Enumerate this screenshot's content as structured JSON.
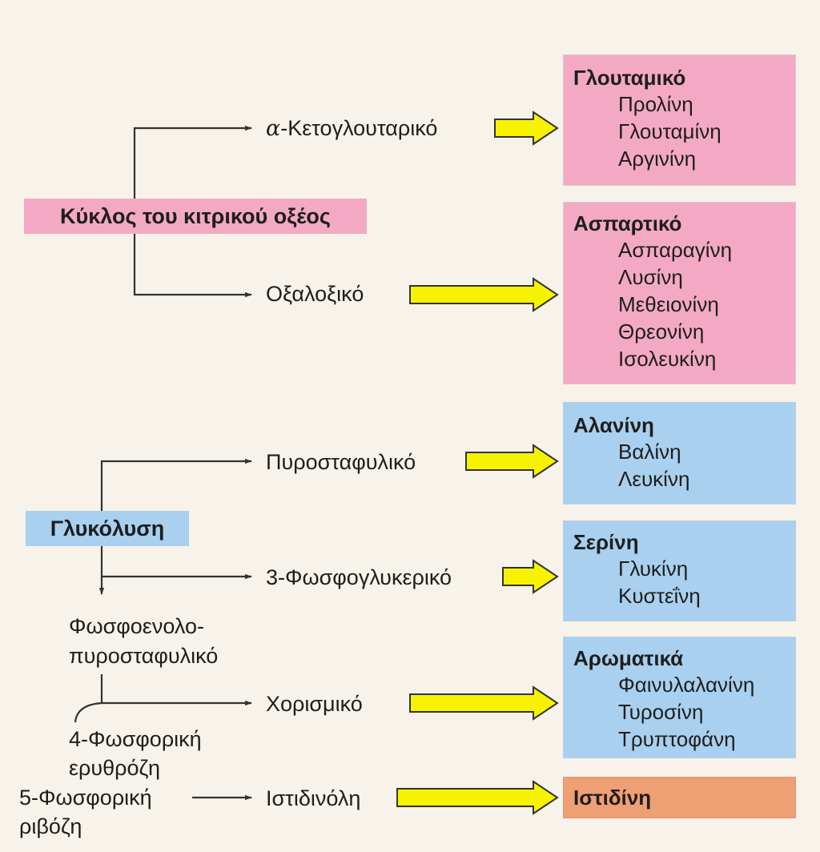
{
  "colors": {
    "pink": "#f3a9c4",
    "blue": "#a9d0ee",
    "orange": "#ef9f74",
    "yellow": "#f7f200",
    "line": "#333333"
  },
  "sources": {
    "krebs": "Κύκλος του κιτρικού οξέος",
    "glycolysis": "Γλυκόλυση"
  },
  "precursors": {
    "akg_symbol": "α",
    "akg_text": "-Κετογλουταρικό",
    "oxaloacetate": "Οξαλοξικό",
    "pyruvate": "Πυροσταφυλικό",
    "pg3": "3-Φωσφογλυκερικό",
    "pep_line1": "Φωσφοενολο-",
    "pep_line2": "πυροσταφυλικό",
    "chorismate": "Χορισμικό",
    "e4p_line1": "4-Φωσφορική",
    "e4p_line2": "ερυθρόζη",
    "r5p_line1": "5-Φωσφορική",
    "r5p_line2": "ριβόζη",
    "histidinol": "Ιστιδινόλη"
  },
  "families": [
    {
      "head": "Γλουταμικό",
      "items": [
        "Προλίνη",
        "Γλουταμίνη",
        "Αργινίνη"
      ]
    },
    {
      "head": "Ασπαρτικό",
      "items": [
        "Ασπαραγίνη",
        "Λυσίνη",
        "Μεθειονίνη",
        "Θρεονίνη",
        "Ισολευκίνη"
      ]
    },
    {
      "head": "Αλανίνη",
      "items": [
        "Βαλίνη",
        "Λευκίνη"
      ]
    },
    {
      "head": "Σερίνη",
      "items": [
        "Γλυκίνη",
        "Κυστεΐνη"
      ]
    },
    {
      "head": "Αρωματικά",
      "items": [
        "Φαινυλαλανίνη",
        "Τυροσίνη",
        "Τρυπτοφάνη"
      ]
    },
    {
      "head": "Ιστιδίνη",
      "items": []
    }
  ]
}
